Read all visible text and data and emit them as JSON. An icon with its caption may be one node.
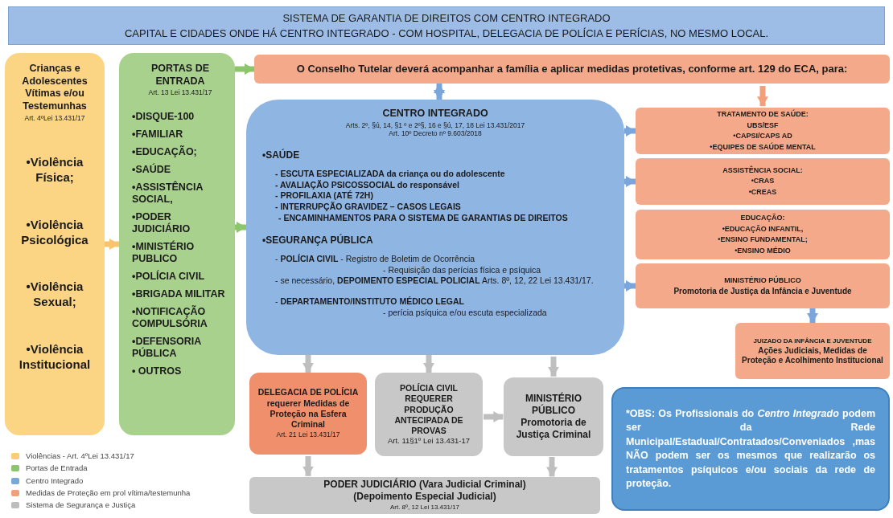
{
  "diagram": {
    "nodes": [
      {
        "text": [
          "SISTEMA DE GARANTIA DE DIREITOS COM CENTRO INTEGRADO",
          "CAPITAL E CIDADES ONDE HÁ CENTRO INTEGRADO - COM HOSPITAL, DELEGACIA DE POLÍCIA E PERÍCIAS, NO MESMO LOCAL."
        ]
      },
      {
        "text": [
          "Crianças e Adolescentes Vítimas e/ou Testemunhas",
          "Art. 4ºLei 13.431/17",
          "•Violência Física;",
          "•Violência Psicológica",
          "•Violência Sexual;",
          "•Violência Institucional"
        ]
      },
      {
        "text": [
          "PORTAS DE ENTRADA",
          "Art. 13 Lei 13.431/17",
          "•DISQUE-100",
          "•FAMILIAR",
          "•EDUCAÇÃO;",
          "•SAÚDE",
          "•ASSISTÊNCIA SOCIAL,",
          "•PODER JUDICIÁRIO",
          "•MINISTÉRIO PUBLICO",
          "•POLÍCIA CIVIL",
          "•BRIGADA MILITAR",
          "•NOTIFICAÇÃO COMPULSÓRIA",
          "•DEFENSORIA PÚBLICA",
          "• OUTROS"
        ]
      },
      {
        "text": [
          "O Conselho Tutelar deverá acompanhar a família e aplicar medidas protetivas, conforme art. 129 do ECA, para:"
        ]
      },
      {
        "text": [
          "CENTRO INTEGRADO",
          "Arts. 2º, §ú, 14, §1 º e 2º§, 16 e §ú, 17, 18 Lei 13.431/2017",
          "Art. 10º Decreto nº 9.603/2018",
          "•SAÚDE",
          "- ESCUTA ESPECIALIZADA da criança ou do adolescente",
          "- AVALIAÇÃO PSICOSSOCIAL do responsável",
          "- PROFILAXIA (ATÉ 72H)",
          "- INTERRUPÇÃO GRAVIDEZ – CASOS LEGAIS",
          "- ENCAMINHAMENTOS PARA O SISTEMA DE GARANTIAS DE DIREITOS",
          "•SEGURANÇA PÚBLICA",
          "- **POLÍCIA CIVIL** - Registro de Boletim de Ocorrência",
          "- Requisição das perícias física e psíquica",
          "- se necessário, **DEPOIMENTO ESPECIAL POLICIAL** Arts. 8º, 12, 22 Lei 13.431/17.",
          "- **DEPARTAMENTO/INSTITUTO MÉDICO LEGAL**",
          "- perícia psíquica e/ou escuta especializada"
        ]
      },
      {
        "text": [
          "TRATAMENTO DE SAÚDE:",
          "UBS/ESF",
          "•CAPSI/CAPS AD",
          "•EQUIPES DE SAÚDE MENTAL"
        ]
      },
      {
        "text": [
          "ASSISTÊNCIA SOCIAL:",
          "•CRAS",
          "•CREAS"
        ]
      },
      {
        "text": [
          "EDUCAÇÃO:",
          "•EDUCAÇÃO INFANTIL,",
          "•ENSINO FUNDAMENTAL;",
          "•ENSINO MÉDIO"
        ]
      },
      {
        "text": [
          "MINISTÉRIO PÚBLICO",
          "Promotoria de Justiça da Infância e Juventude"
        ]
      },
      {
        "text": [
          "JUIZADO DA INFÂNCIA E JUVENTUDE",
          "Ações Judiciais, Medidas de Proteção e Acolhimento Institucional"
        ]
      },
      {
        "text": [
          "DELEGACIA DE POLÍCIA",
          "requerer Medidas de Proteção na Esfera Criminal",
          "Art. 21 Lei 13.431/17"
        ]
      },
      {
        "text": [
          "POLÍCIA CIVIL REQUERER PRODUÇÃO ANTECIPADA DE PROVAS",
          "Art. 11§1º Lei 13.431-17"
        ]
      },
      {
        "text": [
          "MINISTÉRIO PÚBLICO",
          "Promotoria de Justiça Criminal"
        ]
      },
      {
        "text": [
          "PODER JUDICIÁRIO (Vara Judicial Criminal)",
          "(Depoimento Especial Judicial)",
          "Art. 8º, 12 Lei 13.431/17"
        ]
      },
      {
        "text": [
          "*OBS: Os Profissionais do *Centro Integrado* podem ser da Rede Municipal/Estadual/Contratados/Conveniados ,mas NÃO podem ser os mesmos que realizarão os tratamentos psíquicos e/ou sociais da rede de proteção."
        ]
      }
    ],
    "edges": [
      {
        "from": 1,
        "to": 2,
        "arrow": "to",
        "color": "#f9c46b"
      },
      {
        "from": 2,
        "to": 3,
        "arrow": "to",
        "color": "#8cc56c"
      },
      {
        "from": 2,
        "to": 4,
        "arrow": "to",
        "color": "#8cc56c"
      },
      {
        "from": 3,
        "to": 4,
        "arrow": "both",
        "color": "#7aa6dc"
      },
      {
        "from": 3,
        "to": 5,
        "arrow": "to",
        "color": "#f2a07c"
      },
      {
        "from": 4,
        "to": 5,
        "arrow": "to",
        "color": "#7aa6dc"
      },
      {
        "from": 4,
        "to": 6,
        "arrow": "to",
        "color": "#7aa6dc"
      },
      {
        "from": 4,
        "to": 8,
        "arrow": "to",
        "color": "#7aa6dc"
      },
      {
        "from": 8,
        "to": 9,
        "arrow": "to",
        "color": "#7aa6dc"
      },
      {
        "from": 4,
        "to": 10,
        "arrow": "to"
      },
      {
        "from": 4,
        "to": 11,
        "arrow": "to"
      },
      {
        "from": 4,
        "to": 12,
        "arrow": "to"
      },
      {
        "from": 11,
        "to": 12,
        "arrow": "to"
      },
      {
        "from": 10,
        "to": 13,
        "arrow": "to"
      },
      {
        "from": 12,
        "to": 13,
        "arrow": "to"
      }
    ],
    "legend": [
      {
        "text": "Violências - Art. 4ºLei 13.431/17",
        "color": "#f9cc75"
      },
      {
        "text": "Portas de Entrada",
        "color": "#8cc56c"
      },
      {
        "text": "Centro Integrado",
        "color": "#7aa6dc"
      },
      {
        "text": "Medidas de Proteção em prol vítima/testemunha",
        "color": "#f2a07c"
      },
      {
        "text": "Sistema de Segurança e Justiça",
        "color": "#bdbdbd"
      }
    ]
  }
}
